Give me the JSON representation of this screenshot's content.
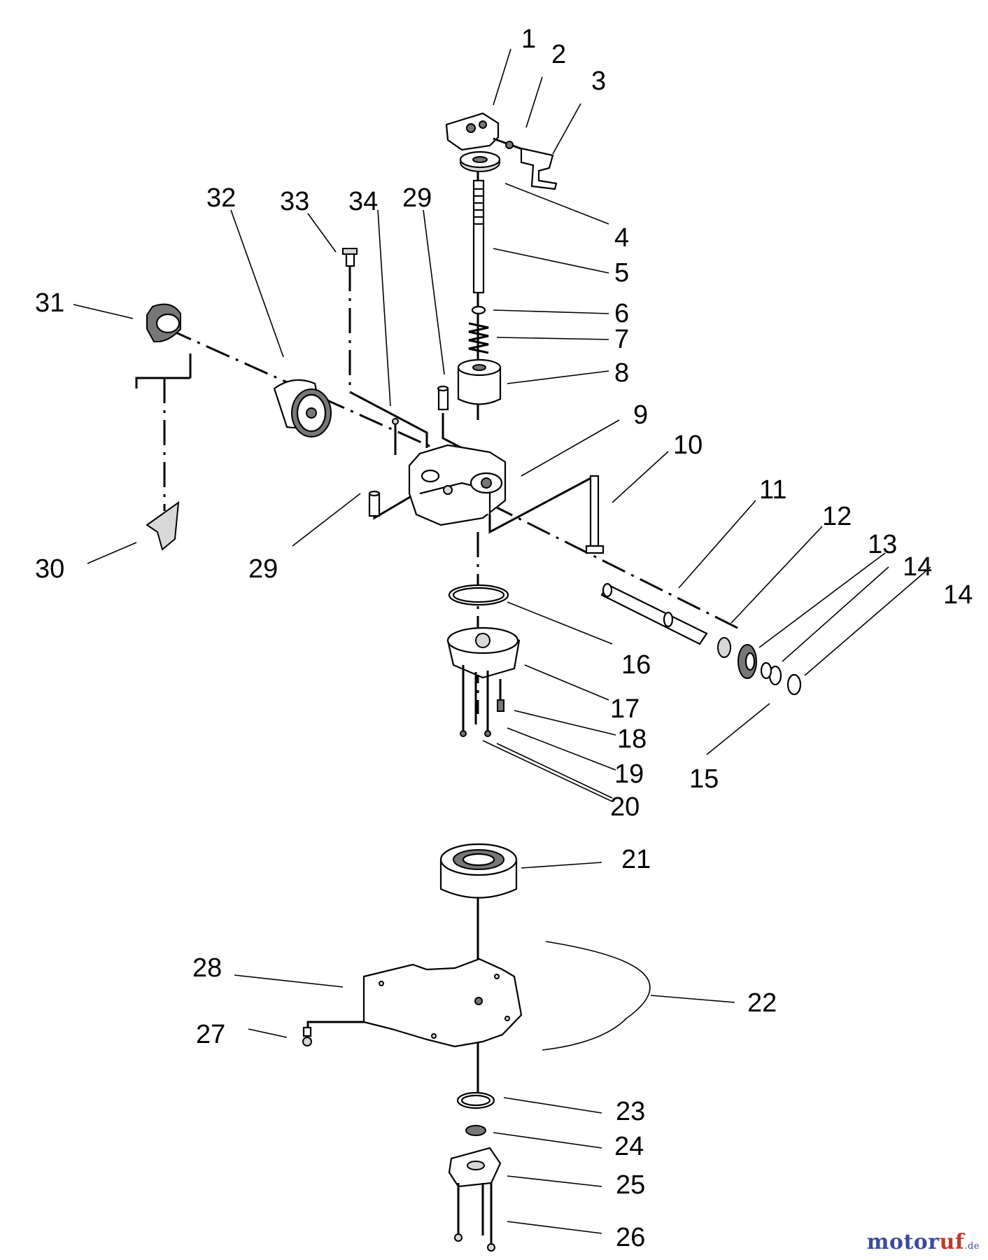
{
  "callouts": [
    {
      "id": "c1",
      "label": "1"
    },
    {
      "id": "c2",
      "label": "2"
    },
    {
      "id": "c3",
      "label": "3"
    },
    {
      "id": "c4",
      "label": "4"
    },
    {
      "id": "c5",
      "label": "5"
    },
    {
      "id": "c6",
      "label": "6"
    },
    {
      "id": "c7",
      "label": "7"
    },
    {
      "id": "c8",
      "label": "8"
    },
    {
      "id": "c9",
      "label": "9"
    },
    {
      "id": "c10",
      "label": "10"
    },
    {
      "id": "c11",
      "label": "11"
    },
    {
      "id": "c12",
      "label": "12"
    },
    {
      "id": "c13",
      "label": "13"
    },
    {
      "id": "c14a",
      "label": "14"
    },
    {
      "id": "c14b",
      "label": "14"
    },
    {
      "id": "c15",
      "label": "15"
    },
    {
      "id": "c16",
      "label": "16"
    },
    {
      "id": "c17",
      "label": "17"
    },
    {
      "id": "c18",
      "label": "18"
    },
    {
      "id": "c19",
      "label": "19"
    },
    {
      "id": "c20",
      "label": "20"
    },
    {
      "id": "c21",
      "label": "21"
    },
    {
      "id": "c22",
      "label": "22"
    },
    {
      "id": "c23",
      "label": "23"
    },
    {
      "id": "c24",
      "label": "24"
    },
    {
      "id": "c25",
      "label": "25"
    },
    {
      "id": "c26",
      "label": "26"
    },
    {
      "id": "c27",
      "label": "27"
    },
    {
      "id": "c28",
      "label": "28"
    },
    {
      "id": "c29a",
      "label": "29"
    },
    {
      "id": "c29b",
      "label": "29"
    },
    {
      "id": "c30",
      "label": "30"
    },
    {
      "id": "c31",
      "label": "31"
    },
    {
      "id": "c32",
      "label": "32"
    },
    {
      "id": "c33",
      "label": "33"
    },
    {
      "id": "c34",
      "label": "34"
    }
  ],
  "watermark": {
    "brand_a": "motor",
    "brand_b": "uf",
    "tld": ".de"
  },
  "colors": {
    "ink": "#000000",
    "background": "#ffffff",
    "brand_blue": "#3b4a9c",
    "brand_red": "#c0392b"
  }
}
